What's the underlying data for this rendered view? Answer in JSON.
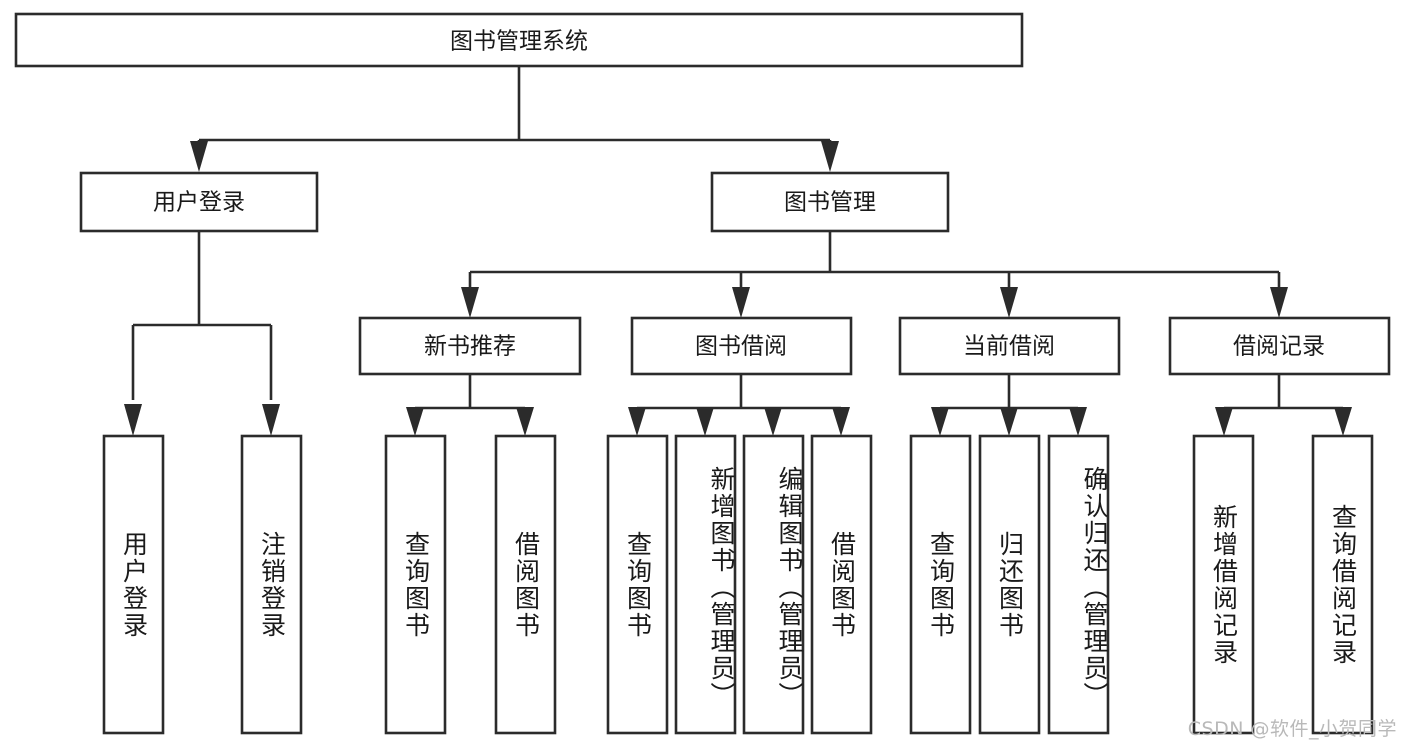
{
  "diagram": {
    "type": "tree-hierarchy",
    "title": "图书管理系统",
    "colors": {
      "background": "#ffffff",
      "box_border": "#2b2b2b",
      "box_fill": "#ffffff",
      "text": "#1a1a1a",
      "watermark": "#b9b9b9"
    },
    "root": {
      "label": "图书管理系统"
    },
    "level2": [
      {
        "label": "用户登录"
      },
      {
        "label": "图书管理"
      }
    ],
    "level3": [
      {
        "label": "新书推荐"
      },
      {
        "label": "图书借阅"
      },
      {
        "label": "当前借阅"
      },
      {
        "label": "借阅记录"
      }
    ],
    "leaves": {
      "user_login": [
        {
          "label": "用户登录"
        },
        {
          "label": "注销登录"
        }
      ],
      "new_book_recommend": [
        {
          "label": "查询图书"
        },
        {
          "label": "借阅图书"
        }
      ],
      "book_borrow": [
        {
          "label": "查询图书"
        },
        {
          "label": "新增图书（管理员）"
        },
        {
          "label": "编辑图书（管理员）"
        },
        {
          "label": "借阅图书"
        }
      ],
      "current_borrow": [
        {
          "label": "查询图书"
        },
        {
          "label": "归还图书"
        },
        {
          "label": "确认归还（管理员）"
        }
      ],
      "borrow_record": [
        {
          "label": "新增借阅记录"
        },
        {
          "label": "查询借阅记录"
        }
      ]
    }
  },
  "watermark": {
    "text": "CSDN @软件_小贺同学"
  }
}
